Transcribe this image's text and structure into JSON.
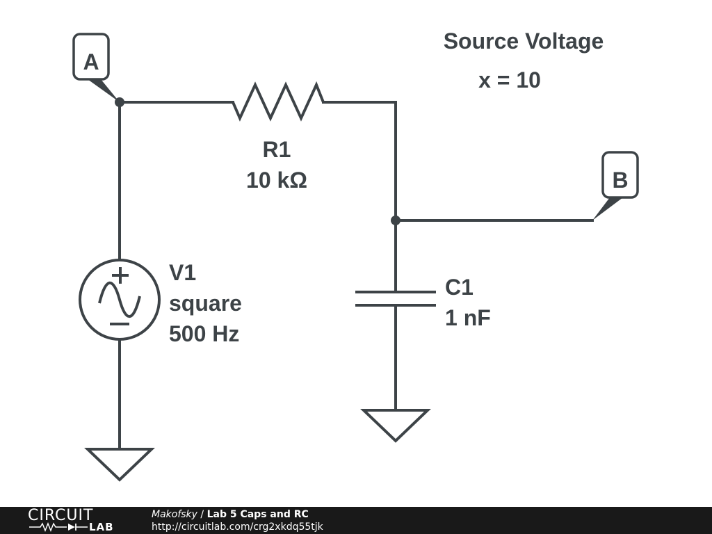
{
  "annotation": {
    "title": "Source Voltage",
    "value": "x = 10"
  },
  "probes": {
    "a": "A",
    "b": "B"
  },
  "components": {
    "r1": {
      "name": "R1",
      "value": "10 kΩ"
    },
    "c1": {
      "name": "C1",
      "value": "1 nF"
    },
    "v1": {
      "name": "V1",
      "type": "square",
      "frequency": "500 Hz",
      "plus": "+",
      "minus": "−"
    }
  },
  "footer": {
    "logo_top": "CIRCUIT",
    "logo_bottom": "LAB",
    "author": "Makofsky",
    "separator": " / ",
    "title": "Lab 5 Caps and RC",
    "url": "http://circuitlab.com/crg2xkdq55tjk"
  },
  "colors": {
    "wire": "#3d4347",
    "footer_bg": "#191919",
    "footer_text": "#ffffff"
  }
}
